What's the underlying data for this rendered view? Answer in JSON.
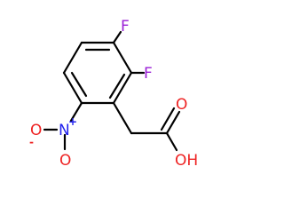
{
  "molecule": {
    "atoms": {
      "f_top": {
        "text": "F",
        "color": "#9a1fd6"
      },
      "f_right": {
        "text": "F",
        "color": "#9a1fd6"
      },
      "nitro_n": {
        "text": "N",
        "color": "#2222ee"
      },
      "nitro_n_charge": {
        "text": "+",
        "color": "#2222ee"
      },
      "nitro_o_left": {
        "text": "O",
        "color": "#ee2222"
      },
      "nitro_o_left_charge": {
        "text": "-",
        "color": "#ee2222"
      },
      "nitro_o_bottom": {
        "text": "O",
        "color": "#ee2222"
      },
      "carbonyl_o": {
        "text": "O",
        "color": "#ee2222"
      },
      "hydroxyl": {
        "text": "OH",
        "color": "#ee2222"
      }
    },
    "bond_color": "#000000"
  }
}
